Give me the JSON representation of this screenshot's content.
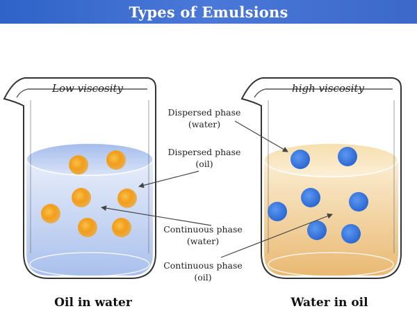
{
  "title": "Types of Emulsions",
  "beakers": [
    {
      "label": "Low viscosity",
      "caption": "Oil in water"
    },
    {
      "label": "high viscosity",
      "caption": "Water in oil"
    }
  ],
  "callouts": [
    {
      "line1": "Dispersed phase",
      "line2": "(water)"
    },
    {
      "line1": "Dispersed phase",
      "line2": "(oil)"
    },
    {
      "line1": "Continuous phase",
      "line2": "(water)"
    },
    {
      "line1": "Continuous phase",
      "line2": "(oil)"
    }
  ],
  "colors": {
    "title_bar": "#3c69c9",
    "water": "#b9cdf0",
    "oil": "#f0c98a",
    "oil_droplet": "#f5a11c",
    "water_droplet": "#3a78e0"
  }
}
